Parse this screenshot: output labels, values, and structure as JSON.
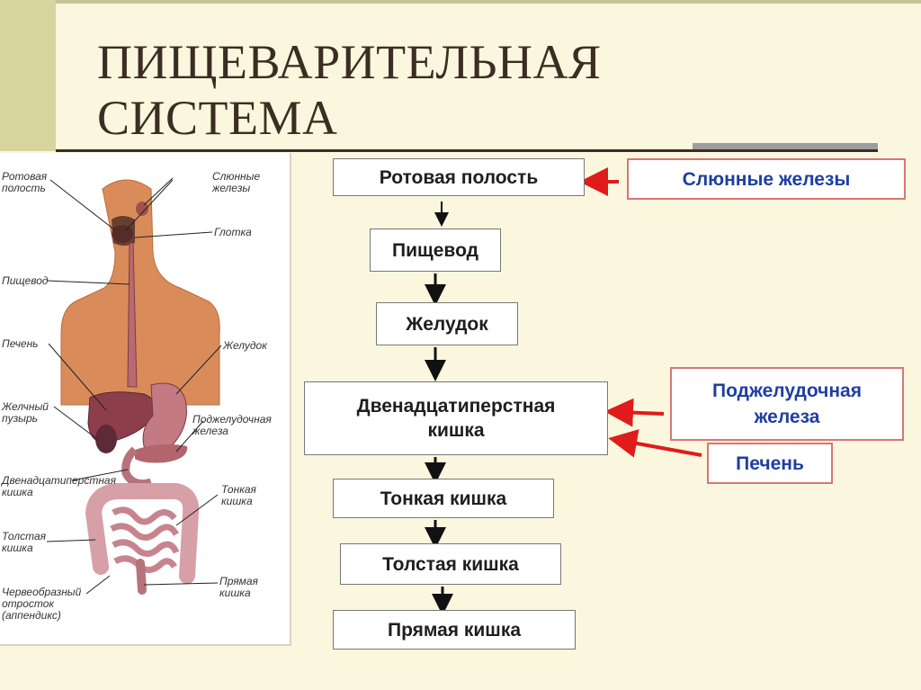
{
  "title": {
    "line1": "ПИЩЕВАРИТЕЛЬНАЯ",
    "line2": "СИСТЕМА"
  },
  "anatomy_labels": {
    "mouth": "Ротовая\nполость",
    "salivary": "Слюнные\nжелезы",
    "pharynx": "Глотка",
    "esophagus": "Пищевод",
    "liver": "Печень",
    "stomach": "Желудок",
    "gallbladder": "Желчный\nпузырь",
    "pancreas": "Поджелудочная\nжелеза",
    "duodenum": "Двенадцатиперстная\nкишка",
    "small_int": "Тонкая\nкишка",
    "large_int": "Толстая\nкишка",
    "rectum": "Прямая\nкишка",
    "appendix": "Червеобразный\nотросток\n(аппендикс)"
  },
  "flow": [
    "Ротовая полость",
    "Пищевод",
    "Желудок",
    "Двенадцатиперстная\nкишка",
    "Тонкая  кишка",
    "Толстая  кишка",
    "Прямая кишка"
  ],
  "side_boxes": {
    "salivary": "Слюнные железы",
    "pancreas": "Поджелудочная\nжелеза",
    "liver": "Печень"
  },
  "colors": {
    "side_text": "#1f3fa0",
    "side_border": "#d97575",
    "arrow_red": "#e01b1b",
    "arrow_dark": "#111111"
  }
}
